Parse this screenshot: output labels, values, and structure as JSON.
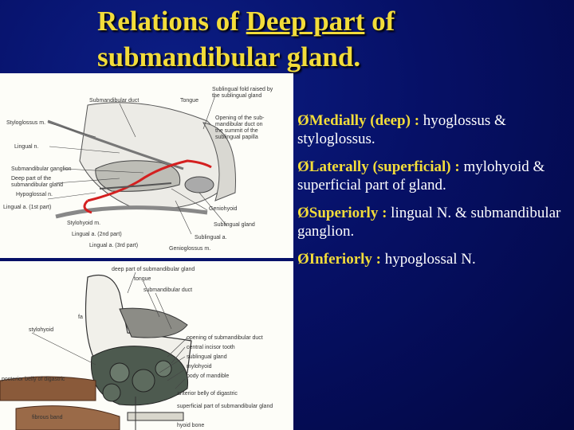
{
  "slide": {
    "title": {
      "part1": "Relations of ",
      "part2": "Deep part",
      "part3": " of submandibular gland."
    },
    "arrow_glyph": "Ø",
    "bullets": [
      {
        "heading": "Medially (deep) :",
        "text": " hyoglossus & styloglossus."
      },
      {
        "heading": "Laterally (superficial) :",
        "text": " mylohyoid &  superficial part of gland."
      },
      {
        "heading": "Superiorly :",
        "text": " lingual N. & submandibular ganglion."
      },
      {
        "heading": "Inferiorly :",
        "text": " hypoglossal N."
      }
    ]
  },
  "figure_top": {
    "labels": [
      "Submandibular duct",
      "Tongue",
      "Sublingual fold raised by",
      "the sublingual gland",
      "Styloglossus m.",
      "Opening of the sub-",
      "mandibular duct on",
      "the summit of the",
      "sublingual papilla",
      "Lingual n.",
      "Submandibular ganglion",
      "Deep part of the",
      "submandibular gland",
      "Hypoglossal n.",
      "Lingual a. (1st part)",
      "Stylohyoid m.",
      "Geniohyoid",
      "Sublingual gland",
      "Lingual a. (2nd part)",
      "Sublingual a.",
      "Lingual a. (3rd part)",
      "Genioglossus m."
    ]
  },
  "figure_bottom": {
    "labels": [
      "deep part of submandibular gland",
      "tongue",
      "submandibular duct",
      "stylohyoid",
      "opening of submandibular duct",
      "central incisor tooth",
      "sublingual gland",
      "mylohyoid",
      "body of mandible",
      "posterior belly of digastric",
      "anterior belly of digastric",
      "fibrous band",
      "superficial part of submandibular gland",
      "hyoid bone",
      "fa"
    ]
  }
}
